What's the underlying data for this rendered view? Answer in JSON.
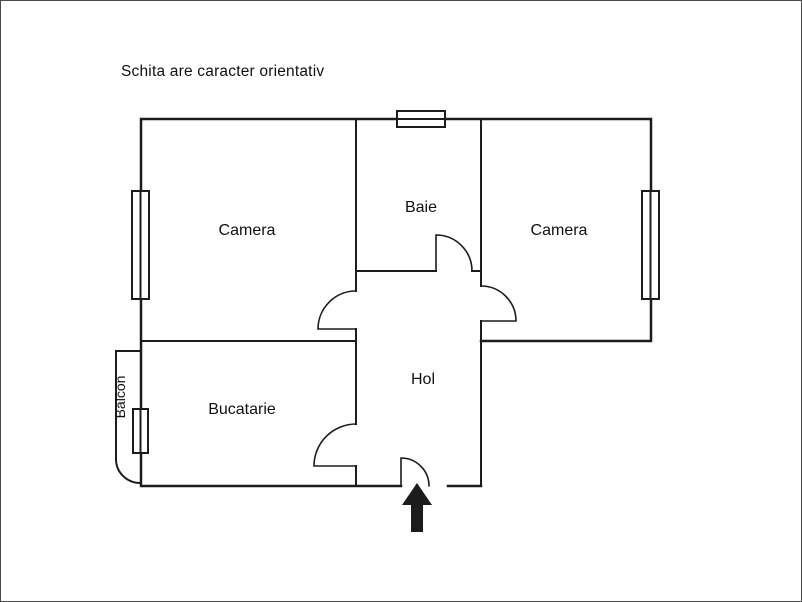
{
  "title": "Schita are caracter orientativ",
  "colors": {
    "wall": "#1c1c1c",
    "background": "#ffffff",
    "arrow": "#1c1c1c"
  },
  "rooms": {
    "camera_left": {
      "label": "Camera"
    },
    "baie": {
      "label": "Baie"
    },
    "camera_right": {
      "label": "Camera"
    },
    "bucatarie": {
      "label": "Bucatarie"
    },
    "hol": {
      "label": "Hol"
    },
    "balcon": {
      "label": "Balcon"
    }
  }
}
